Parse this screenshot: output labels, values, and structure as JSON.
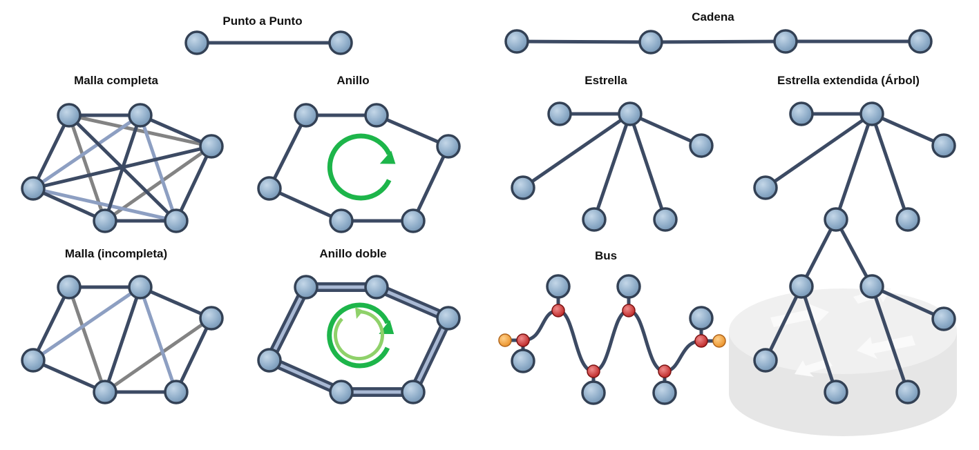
{
  "titles": {
    "punto_a_punto": "Punto a Punto",
    "cadena": "Cadena",
    "malla_completa": "Malla completa",
    "anillo": "Anillo",
    "estrella": "Estrella",
    "estrella_extendida": "Estrella extendida (Árbol)",
    "malla_incompleta": "Malla (incompleta)",
    "anillo_doble": "Anillo doble",
    "bus": "Bus"
  },
  "colors": {
    "node_fill": "#8eacc8",
    "node_stroke": "#334155",
    "link_dark": "#3c4a63",
    "link_gray": "#838383",
    "link_light": "#8d9fc2",
    "ring_arrow": "#1db54a",
    "ring_arrow_light": "#8fd16a",
    "bus_tap": "#cc2a2a",
    "bus_terminator": "#f2a03a",
    "router_watermark": "#e6e6e6"
  },
  "icons": {
    "ring": "circular-arrow-icon",
    "double_ring": "double-circular-arrow-icon",
    "router": "router-icon"
  }
}
